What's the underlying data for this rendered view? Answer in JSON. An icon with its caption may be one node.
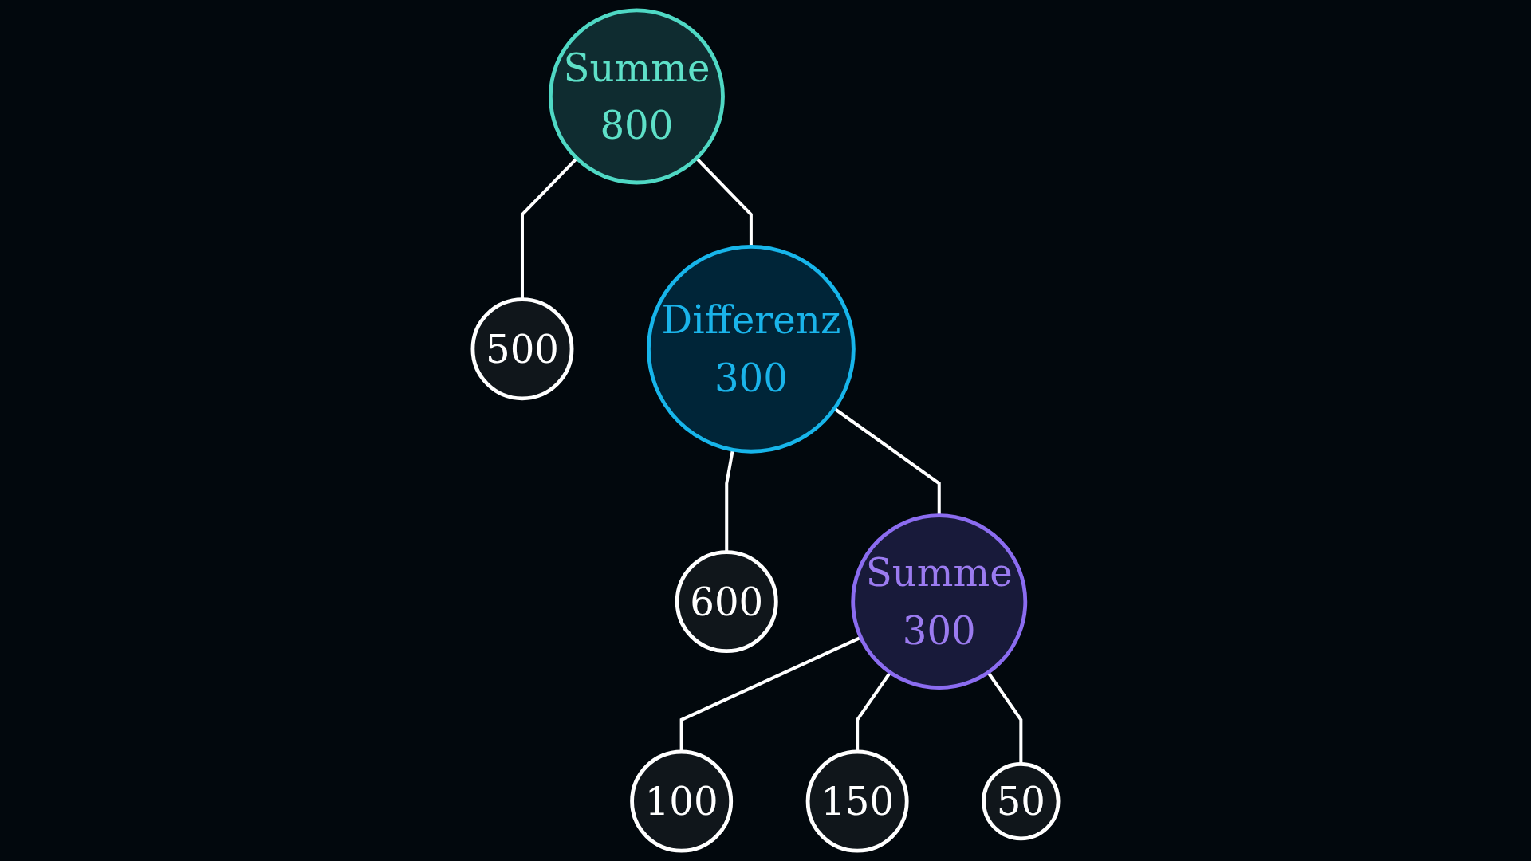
{
  "diagram": {
    "nodes": [
      {
        "text": [
          "Summe",
          "800"
        ]
      },
      {
        "text": [
          "500"
        ]
      },
      {
        "text": [
          "Differenz",
          "300"
        ]
      },
      {
        "text": [
          "600"
        ]
      },
      {
        "text": [
          "Summe",
          "300"
        ]
      },
      {
        "text": [
          "100"
        ]
      },
      {
        "text": [
          "150"
        ]
      },
      {
        "text": [
          "50"
        ]
      }
    ],
    "edges": [
      {
        "from": 0,
        "to": 1,
        "arrow": "none"
      },
      {
        "from": 0,
        "to": 2,
        "arrow": "none"
      },
      {
        "from": 2,
        "to": 3,
        "arrow": "none"
      },
      {
        "from": 2,
        "to": 4,
        "arrow": "none"
      },
      {
        "from": 4,
        "to": 5,
        "arrow": "none"
      },
      {
        "from": 4,
        "to": 6,
        "arrow": "none"
      },
      {
        "from": 4,
        "to": 7,
        "arrow": "none"
      }
    ]
  }
}
